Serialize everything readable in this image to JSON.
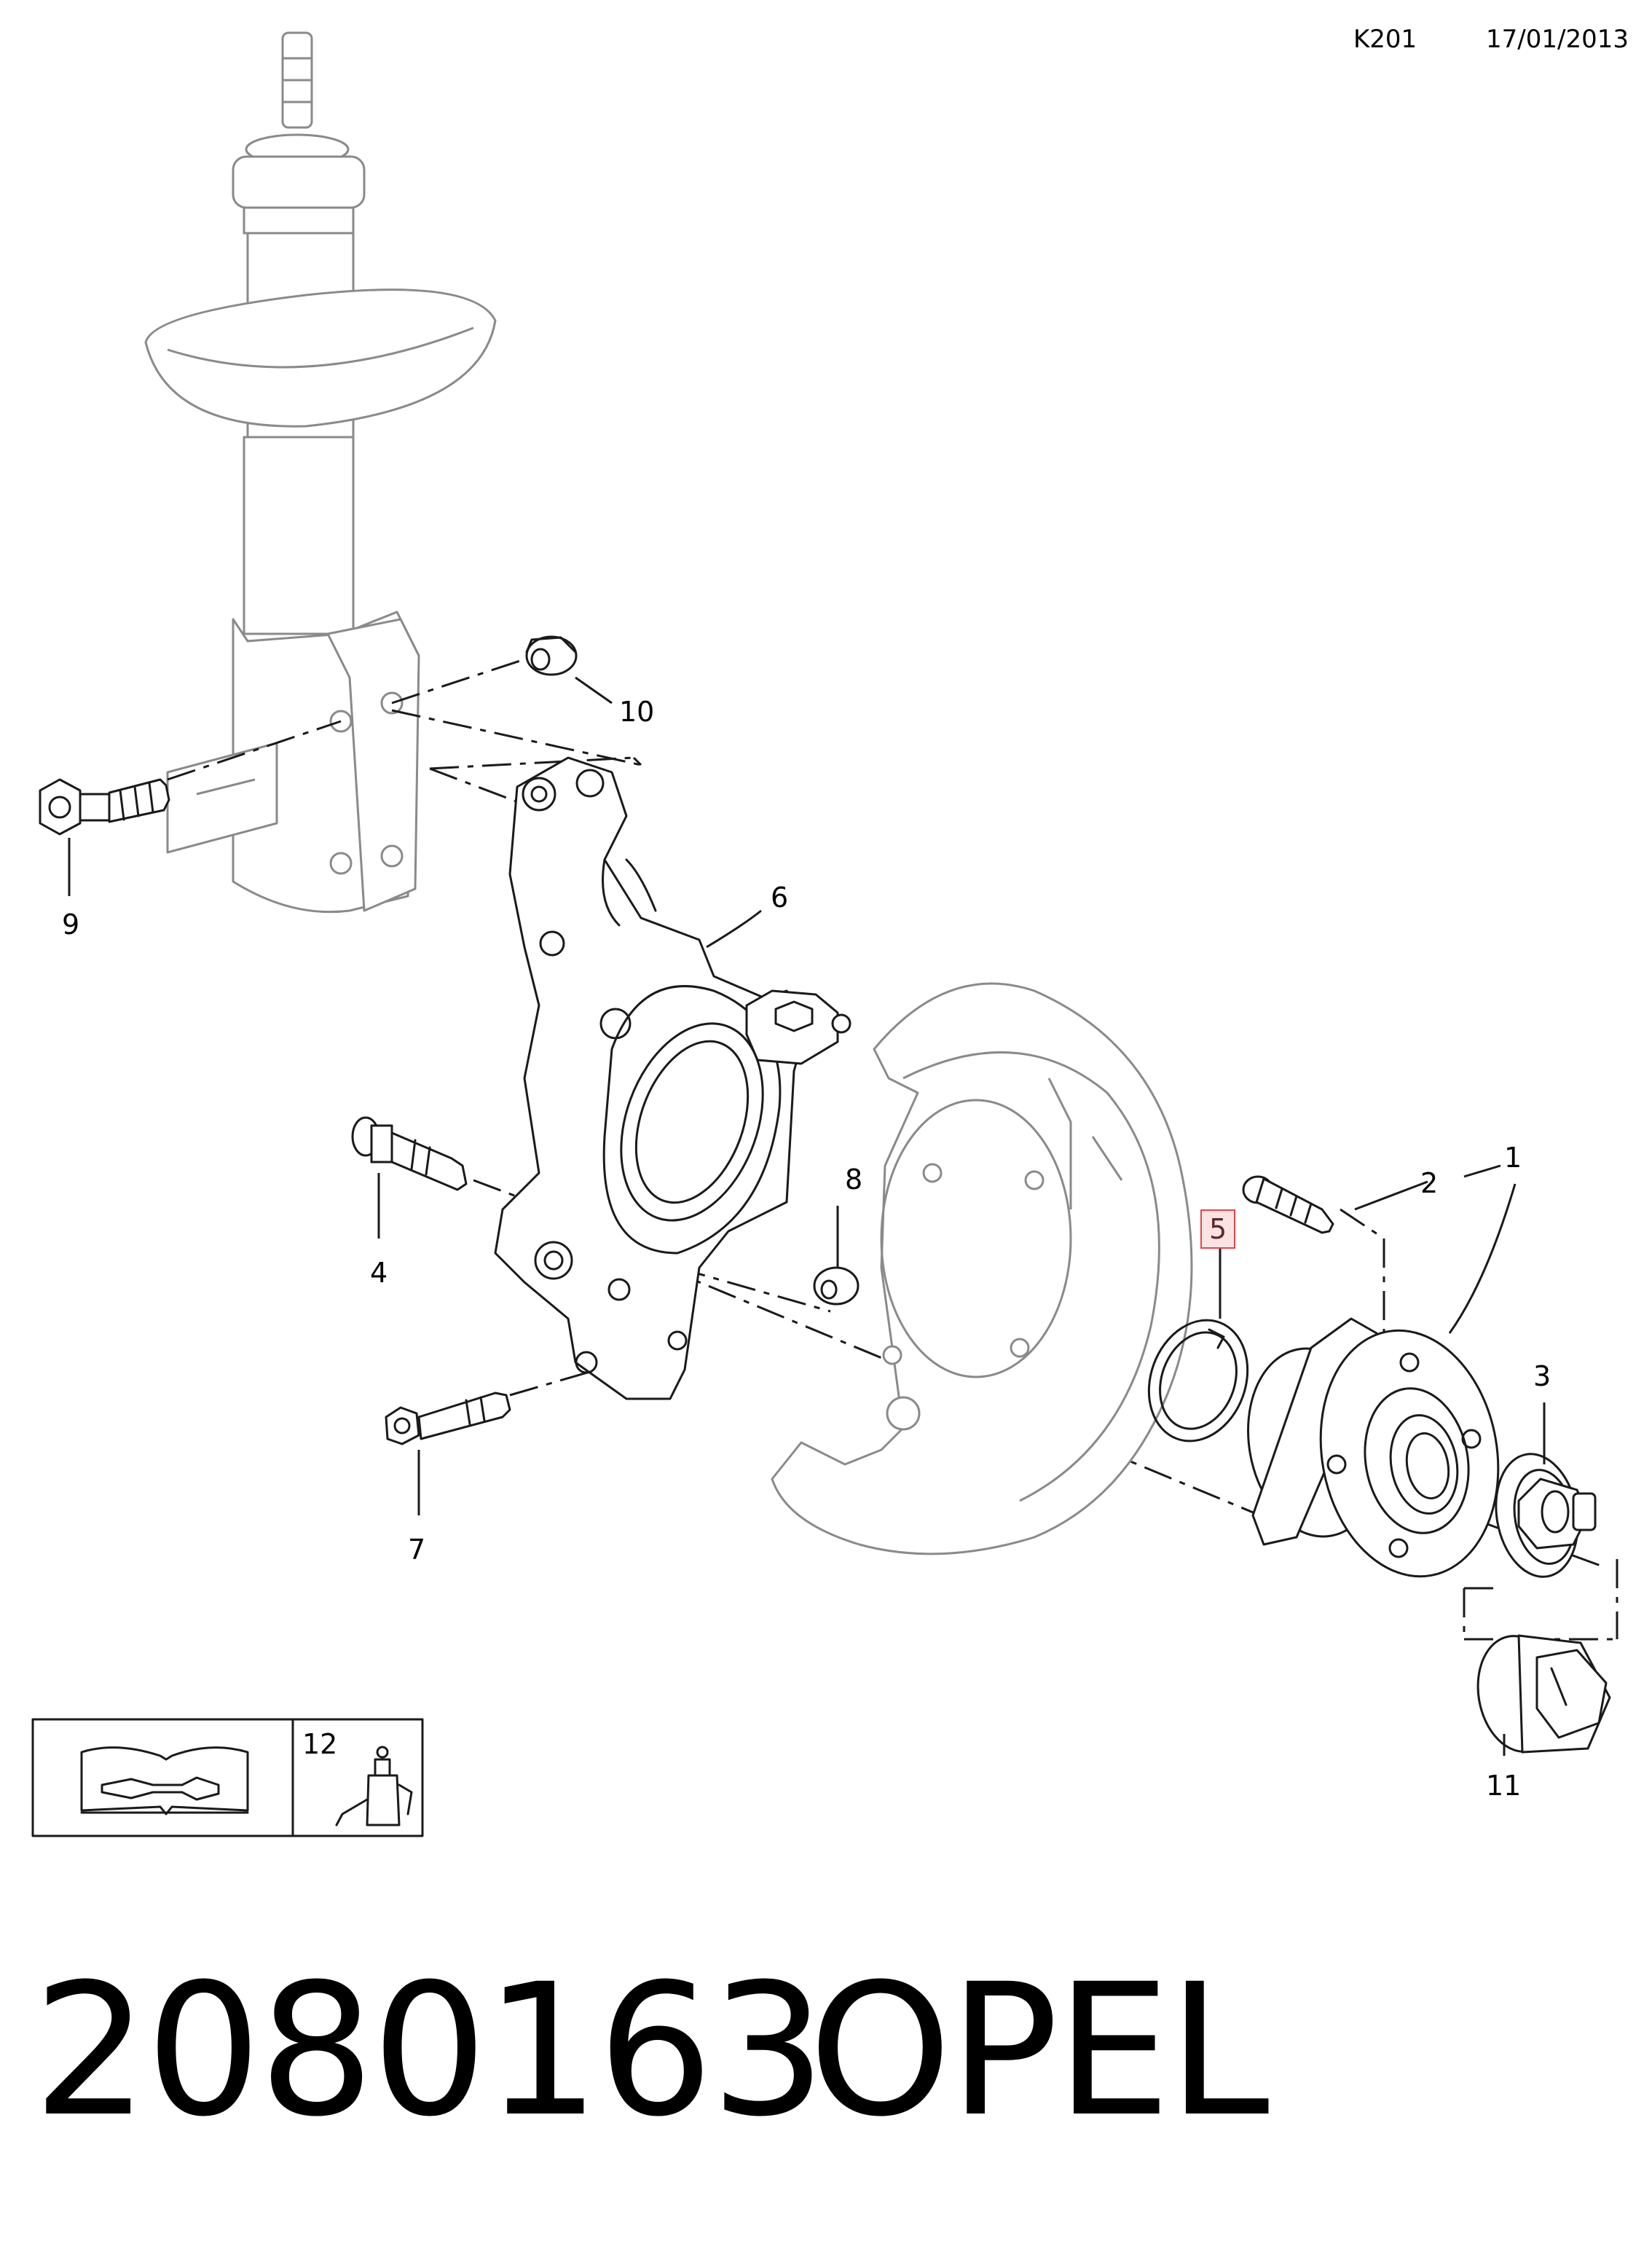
{
  "header": {
    "code": "K201",
    "date": "17/01/2013"
  },
  "callouts": [
    {
      "id": "1",
      "label": "1"
    },
    {
      "id": "2",
      "label": "2"
    },
    {
      "id": "3",
      "label": "3"
    },
    {
      "id": "4",
      "label": "4"
    },
    {
      "id": "5",
      "label": "5",
      "highlighted": true
    },
    {
      "id": "6",
      "label": "6"
    },
    {
      "id": "7",
      "label": "7"
    },
    {
      "id": "8",
      "label": "8"
    },
    {
      "id": "9",
      "label": "9"
    },
    {
      "id": "10",
      "label": "10"
    },
    {
      "id": "11",
      "label": "11"
    },
    {
      "id": "12",
      "label": "12"
    }
  ],
  "legend": {
    "manual_icon": "workshop-manual-icon",
    "lubricant_icon": "lubricant-bottle-icon"
  },
  "footer": {
    "part_number": "2080163",
    "brand": "OPEL"
  },
  "colors": {
    "line": "#1a1a1a",
    "faded_line": "#8a8a8a",
    "highlight_border": "#e0474f",
    "highlight_fill": "#fbe3e4"
  }
}
